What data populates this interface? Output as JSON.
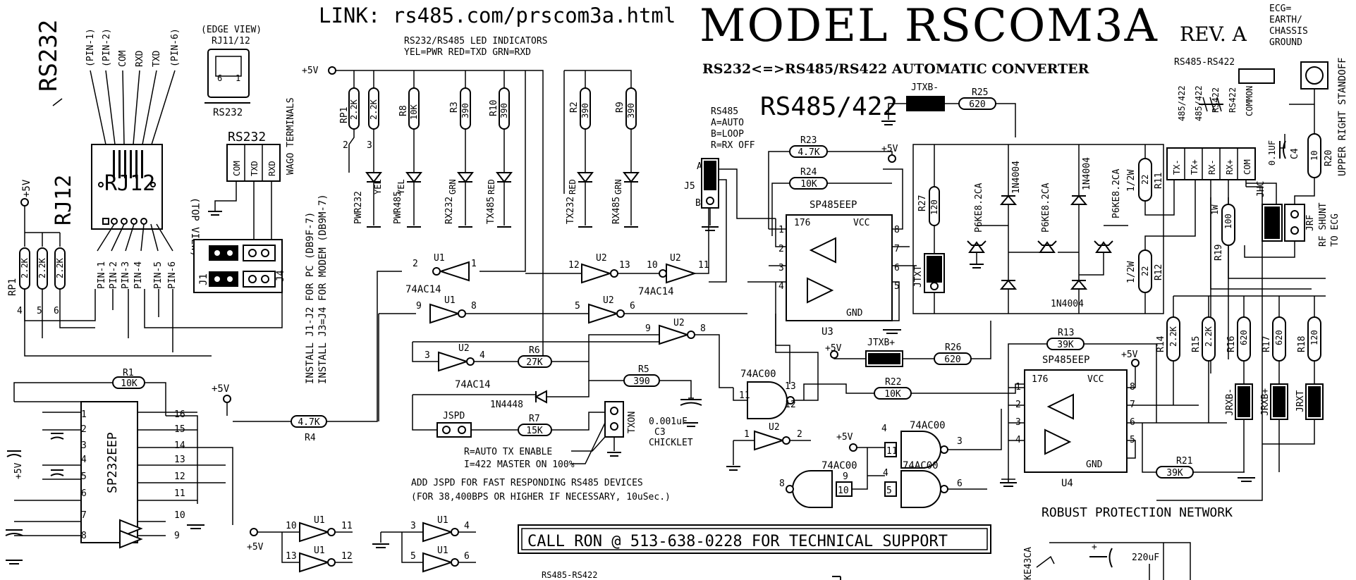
{
  "header": {
    "link": "LINK: rs485.com/prscom3a.html",
    "model": "MODEL RSCOM3A",
    "rev": "REV. A",
    "subtitle": "RS232<=>RS485/RS422 AUTOMATIC CONVERTER",
    "big_rs485": "RS485/422",
    "ecg_note": [
      "ECG=",
      "EARTH/",
      "CHASSIS",
      "GROUND"
    ],
    "standoff": "UPPER RIGHT STANDOFF"
  },
  "left": {
    "rs232_label": "RS232",
    "pins_top": [
      "(PIN-1)",
      "(PIN-2)",
      "COM",
      "RXD",
      "TXD",
      "(PIN-6)"
    ],
    "edge_view": "(EDGE VIEW)",
    "rj11": "RJ11/12",
    "rs232_small": "RS232",
    "rj12_big": "RJ12",
    "rj12_side": "RJ12",
    "top_view": "(TOP VIEW)",
    "pins_bottom": [
      "PIN-1",
      "PIN-2",
      "PIN-3",
      "PIN-4",
      "PIN-5",
      "PIN-6"
    ],
    "plus5v": "+5V",
    "rp1": "RP1",
    "rp1_vals": [
      "2.2K",
      "2.2K",
      "2.2K"
    ],
    "rp1_pins": [
      "4",
      "5",
      "6"
    ],
    "wago_rs232": "RS232",
    "wago_pins": [
      "COM",
      "TXD",
      "RXD"
    ],
    "wago_label": "WAGO TERMINALS",
    "j1": "J1",
    "j4": "J4",
    "install1": "INSTALL J1-J2 FOR PC (DB9F-7)",
    "install2": "INSTALL J3=J4 FOR MODEM (DB9M-7)"
  },
  "leds": {
    "title1": "RS232/RS485 LED INDICATORS",
    "title2": "YEL=PWR RED=TXD GRN=RXD",
    "vcc": "+5V",
    "resistors": [
      {
        "ref": "RP1",
        "val": "2.2K"
      },
      {
        "ref": "",
        "val": "2.2K"
      },
      {
        "ref": "R8",
        "val": "10K"
      },
      {
        "ref": "R3",
        "val": "390"
      },
      {
        "ref": "R10",
        "val": "390"
      },
      {
        "ref": "R2",
        "val": "390"
      },
      {
        "ref": "R9",
        "val": "390"
      }
    ],
    "rp_pins": [
      "2",
      "3"
    ],
    "colors": [
      "YEL",
      "YEL",
      "GRN",
      "RED",
      "RED",
      "GRN"
    ],
    "names": [
      "PWR232",
      "PWR485",
      "RX232",
      "TX485",
      "TX232",
      "RX485"
    ]
  },
  "sp232": {
    "ic": "SP232EEP",
    "r1": "R1",
    "r1_val": "10K",
    "plus5v": "+5V",
    "pins_left": [
      "1",
      "2",
      "3",
      "4",
      "5",
      "6",
      "7",
      "8"
    ],
    "pins_right": [
      "16",
      "15",
      "14",
      "13",
      "12",
      "11",
      "10",
      "9"
    ],
    "r4": "R4",
    "r4_val": "4.7K"
  },
  "logic": {
    "u1": "U1",
    "u2": "U2",
    "ac14": "74AC14",
    "ac00": "74AC00",
    "pins": [
      "2",
      "1",
      "12",
      "13",
      "10",
      "11",
      "9",
      "8",
      "5",
      "6",
      "9",
      "8",
      "3",
      "4",
      "13",
      "12",
      "11",
      "1",
      "2",
      "3",
      "9",
      "10",
      "8",
      "4",
      "5",
      "6",
      "10",
      "11",
      "12",
      "13",
      "3",
      "4",
      "5",
      "6"
    ],
    "r6": "R6",
    "r6_val": "27K",
    "r5": "R5",
    "r5_val": "390",
    "r7": "R7",
    "r7_val": "15K",
    "diode": "1N4448",
    "jspd": "JSPD",
    "txon": "TXON",
    "cap": "0.001uF",
    "c3": "C3",
    "chicklet": "CHICKLET",
    "note1": "R=AUTO TX ENABLE",
    "note2": "I=422 MASTER ON 100%",
    "note3": "ADD JSPD FOR FAST RESPONDING RS485 DEVICES",
    "note4": "(FOR 38,400BPS OR HIGHER IF NECESSARY, 10uSec.)",
    "plus5v": "+5V"
  },
  "j5": {
    "title": [
      "RS485",
      "A=AUTO",
      "B=LOOP",
      "R=RX OFF"
    ],
    "a": "A",
    "j5": "J5",
    "b": "B"
  },
  "u3": {
    "ic": "SP485EEP",
    "name": "U3",
    "num": "176",
    "vcc": "VCC",
    "gnd": "GND",
    "pins_left": [
      "1",
      "2",
      "3",
      "4"
    ],
    "pins_right": [
      "8",
      "7",
      "6",
      "5"
    ],
    "r23": "R23",
    "r23_val": "4.7K",
    "r24": "R24",
    "r24_val": "10K",
    "plus5v": "+5V",
    "jtxb_minus": "JTXB-",
    "r25": "R25",
    "r25_val": "620",
    "jtxb_plus": "JTXB+",
    "r26": "R26",
    "r26_val": "620",
    "r22": "R22",
    "r22_val": "10K"
  },
  "protection": {
    "r27": "R27",
    "r27_val": "120",
    "jtxt": "JTXT",
    "tvs": [
      "P6KE8.2CA",
      "P6KE8.2CA",
      "P6KE8.2CA"
    ],
    "diodes": [
      "1N4004",
      "1N4004",
      "1N4004"
    ],
    "r11": "R11",
    "r11_val": "22",
    "r12": "R12",
    "r12_val": "22",
    "halfw": "1/2W",
    "label": "ROBUST PROTECTION NETWORK"
  },
  "terminal": {
    "title": "RS485-RS422",
    "cols": [
      "485/422",
      "485/422",
      "RS422",
      "RS422",
      "COMMON"
    ],
    "pins": [
      "TX-",
      "TX+",
      "RX-",
      "RX+",
      "COM"
    ],
    "c4": "C4",
    "c4_val": "0.1UF",
    "r20": "R20",
    "r20_val": "10",
    "onew": "1W",
    "r19": "R19",
    "r19_val": "100",
    "jhc": "JHC",
    "jrf": "JRF",
    "rf_shunt": [
      "RF SHUNT",
      "TO ECG"
    ]
  },
  "u4": {
    "ic": "SP485EEP",
    "name": "U4",
    "num": "176",
    "vcc": "VCC",
    "gnd": "GND",
    "pins_left": [
      "1",
      "2",
      "3",
      "4"
    ],
    "pins_right": [
      "8",
      "7",
      "6",
      "5"
    ],
    "r13": "R13",
    "r13_val": "39K",
    "plus5v": "+5V",
    "r21": "R21",
    "r21_val": "39K",
    "bias": [
      {
        "ref": "R14",
        "val": "2.2K"
      },
      {
        "ref": "R15",
        "val": "2.2K"
      },
      {
        "ref": "R16",
        "val": "620"
      },
      {
        "ref": "R17",
        "val": "620"
      },
      {
        "ref": "R18",
        "val": "120"
      }
    ],
    "jumpers": [
      "JRXB-",
      "JRXB+",
      "JRXT"
    ]
  },
  "footer": {
    "call": "CALL RON @ 513-638-0228 FOR TECHNICAL SUPPORT",
    "bottom_rs": "RS485-RS422",
    "ke43": "KE43CA",
    "cap220": "220uF"
  }
}
